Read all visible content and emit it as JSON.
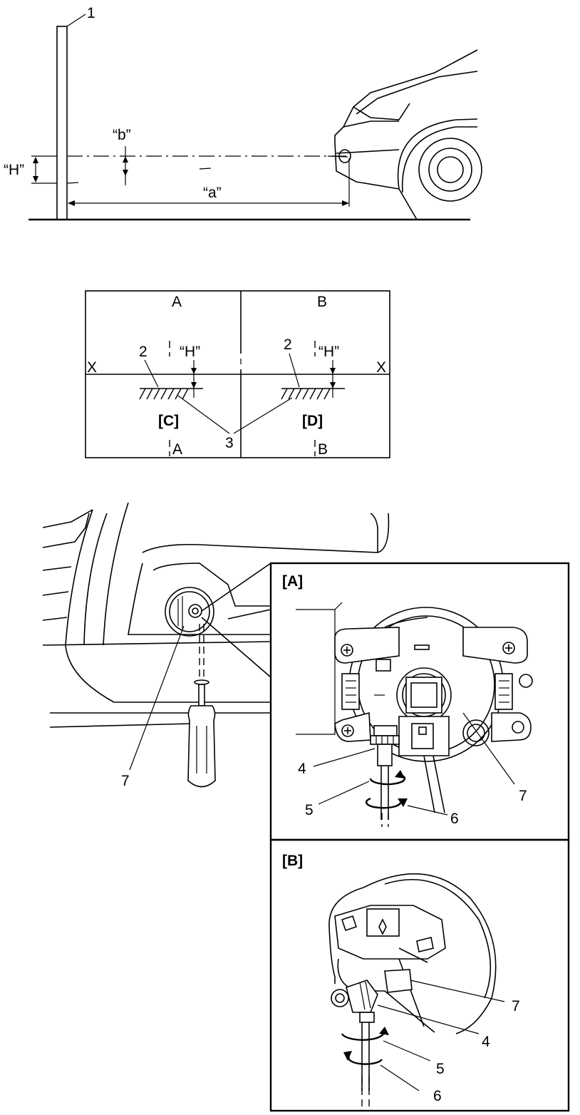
{
  "side_view": {
    "callout_1": "1",
    "label_b": "“b”",
    "label_H": "“H”",
    "label_a": "“a”"
  },
  "screen": {
    "col_a": "A",
    "col_b": "B",
    "row_x_left": "X",
    "row_x_right": "X",
    "callout_2_left": "2",
    "callout_2_right": "2",
    "label_H_left": "“H”",
    "label_H_right": "“H”",
    "label_c": "[C]",
    "label_d": "[D]",
    "callout_3": "3",
    "bottom_a": "A",
    "bottom_b": "B"
  },
  "fog_light": {
    "callout_7_vehicle": "7",
    "panel_a_label": "[A]",
    "panel_a_4": "4",
    "panel_a_5": "5",
    "panel_a_6": "6",
    "panel_a_7": "7",
    "panel_b_label": "[B]",
    "panel_b_7": "7",
    "panel_b_4": "4",
    "panel_b_5": "5",
    "panel_b_6": "6"
  }
}
